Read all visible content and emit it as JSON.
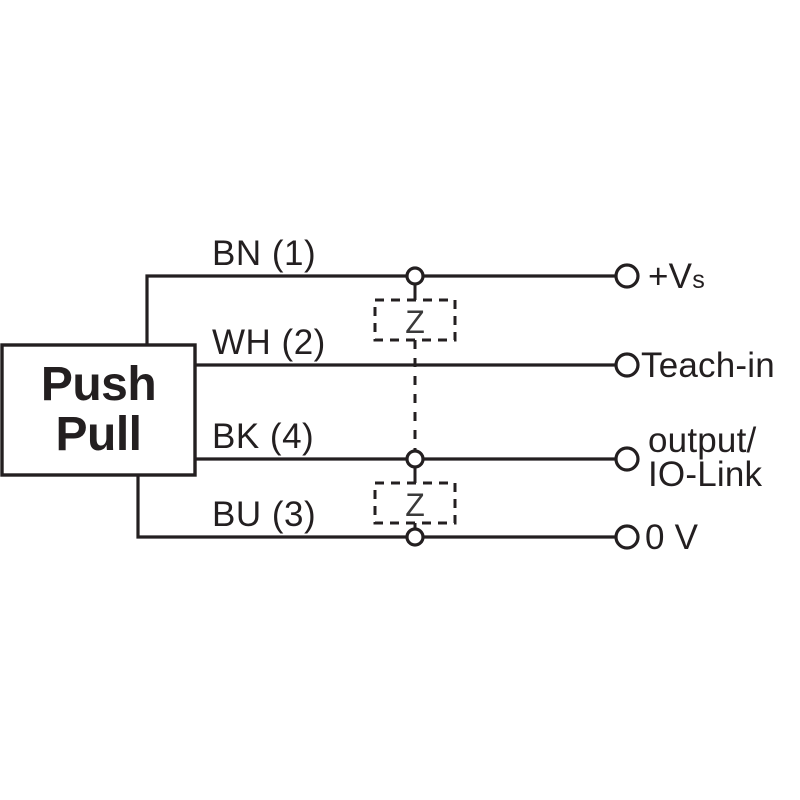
{
  "diagram": {
    "type": "electrical-wiring-diagram",
    "title": "Push Pull sensor wiring diagram",
    "device": {
      "label_line1": "Push",
      "label_line2": "Pull"
    },
    "colors": {
      "line": "#231f20",
      "background": "#ffffff",
      "z_text": "#3a3a3a"
    },
    "suppressors": [
      {
        "id": "z-upper",
        "label": "Z"
      },
      {
        "id": "z-lower",
        "label": "Z"
      }
    ],
    "connections": [
      {
        "wire_label": "BN (1)",
        "wire_color_code": "BN",
        "pin": "1",
        "terminal_label": "+Vs",
        "terminal_text_main": "+V",
        "terminal_text_sub": "s"
      },
      {
        "wire_label": "WH (2)",
        "wire_color_code": "WH",
        "pin": "2",
        "terminal_label": "Teach-in",
        "terminal_text_main": "Teach-in",
        "terminal_text_sub": ""
      },
      {
        "wire_label": "BK (4)",
        "wire_color_code": "BK",
        "pin": "4",
        "terminal_label": "output/IO-Link",
        "terminal_text_main": "output/",
        "terminal_text_sub": "IO-Link"
      },
      {
        "wire_label": "BU (3)",
        "wire_color_code": "BU",
        "pin": "3",
        "terminal_label": "0 V",
        "terminal_text_main": "0 V",
        "terminal_text_sub": ""
      }
    ]
  }
}
